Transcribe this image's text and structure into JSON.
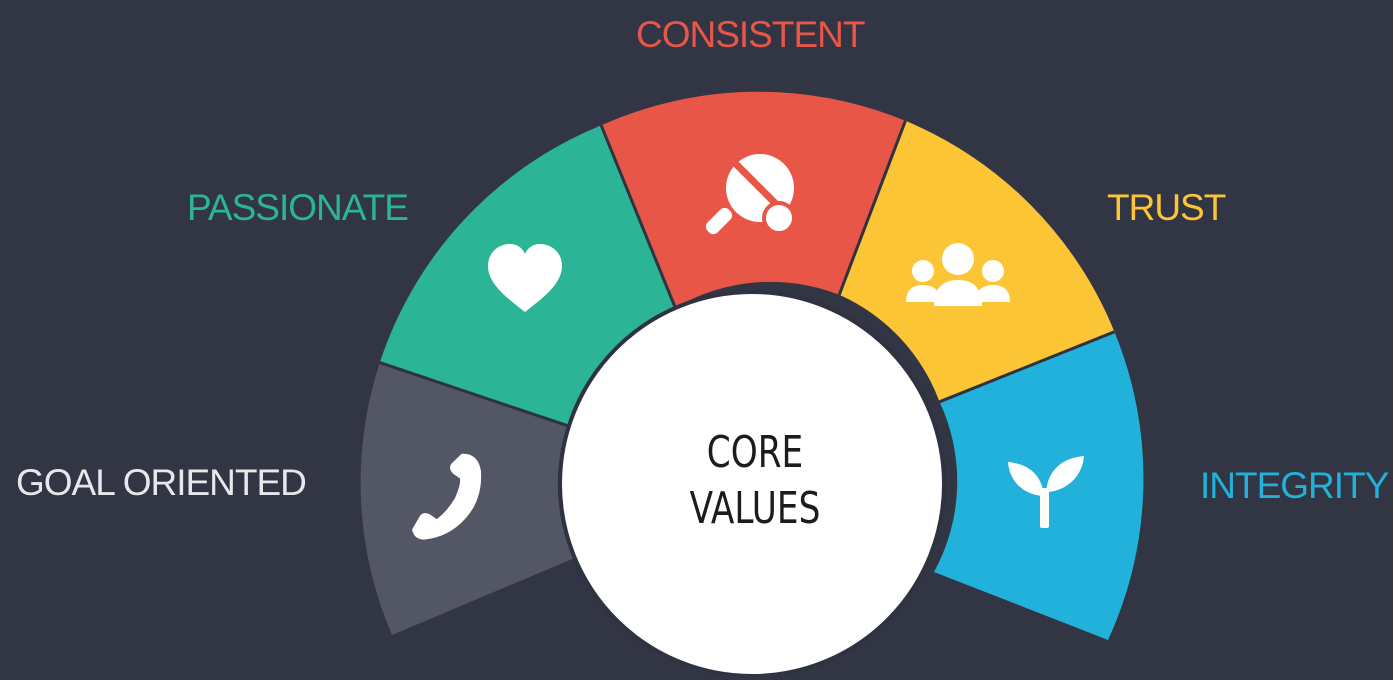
{
  "diagram": {
    "center": {
      "line1": "CORE",
      "line2": "VALUES"
    },
    "segments": [
      {
        "id": "goal-oriented",
        "label": "GOAL ORIENTED",
        "color": "#535665",
        "label_color": "#e8e8ec",
        "icon": "phone-icon"
      },
      {
        "id": "passionate",
        "label": "PASSIONATE",
        "color": "#2bb596",
        "label_color": "#2bb596",
        "icon": "heart-icon"
      },
      {
        "id": "consistent",
        "label": "CONSISTENT",
        "color": "#e85647",
        "label_color": "#e85647",
        "icon": "ping-pong-icon"
      },
      {
        "id": "trust",
        "label": "TRUST",
        "color": "#fcc535",
        "label_color": "#fcc535",
        "icon": "people-icon"
      },
      {
        "id": "integrity",
        "label": "INTEGRITY",
        "color": "#22b1da",
        "label_color": "#22b1da",
        "icon": "sprout-icon"
      }
    ]
  }
}
